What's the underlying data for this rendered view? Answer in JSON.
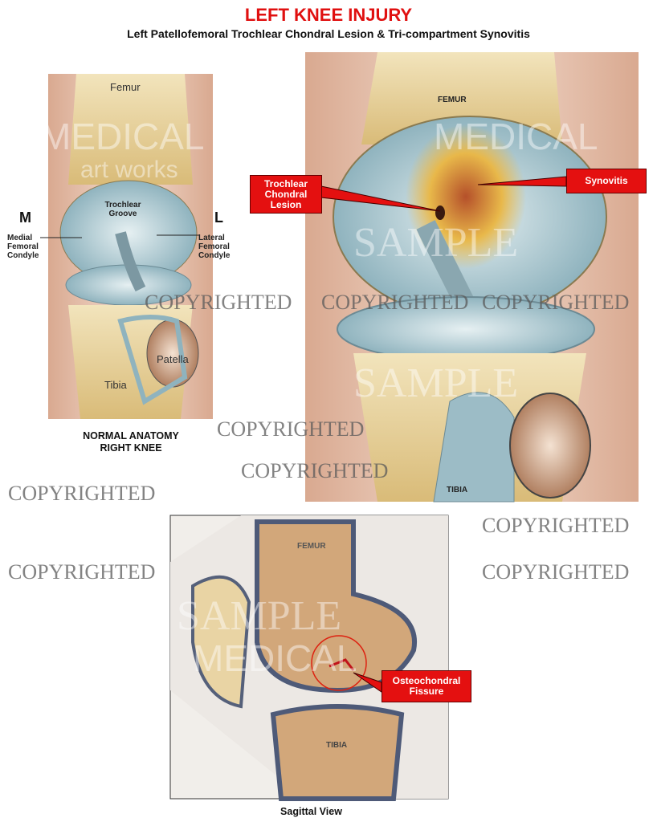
{
  "header": {
    "title": "LEFT KNEE INJURY",
    "subtitle": "Left Patellofemoral Trochlear Chondral Lesion & Tri-compartment Synovitis"
  },
  "normal_panel": {
    "femur": "Femur",
    "trochlear_groove": "Trochlear Groove",
    "medial_marker": "M",
    "lateral_marker": "L",
    "medial_condyle": "Medial Femoral Condyle",
    "lateral_condyle": "Lateral Femoral Condyle",
    "patella": "Patella",
    "tibia": "Tibia",
    "caption_line1": "NORMAL ANATOMY",
    "caption_line2": "RIGHT KNEE"
  },
  "injury_panel": {
    "femur": "FEMUR",
    "tibia": "TIBIA",
    "callout_lesion": "Trochlear Chondral Lesion",
    "callout_synovitis": "Synovitis"
  },
  "sagittal_panel": {
    "femur": "FEMUR",
    "tibia": "TIBIA",
    "callout_fissure": "Osteochondral Fissure",
    "caption": "Sagittal View"
  },
  "watermark": {
    "copyright": "COPYRIGHTED",
    "sample": "SAMPLE",
    "brand_line1": "MEDICAL",
    "brand_line2": "art works"
  },
  "colors": {
    "accent_red": "#e41010",
    "bone": "#e8d29a",
    "cartilage": "#a9c9d3",
    "skin": "#e9c9b4"
  }
}
